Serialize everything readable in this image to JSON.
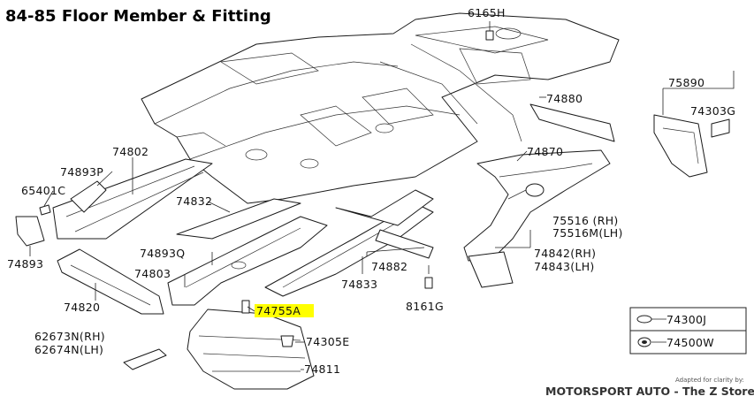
{
  "title": "84-85 Floor Member & Fitting",
  "parts": {
    "p6165H": "6165H",
    "p74880": "74880",
    "p75890": "75890",
    "p74303G": "74303G",
    "p74802": "74802",
    "p74893P": "74893P",
    "p65401C": "65401C",
    "p74832": "74832",
    "p74870": "74870",
    "p75516rh": "75516 (RH)",
    "p75516lh": "75516M(LH)",
    "p74893": "74893",
    "p74893Q": "74893Q",
    "p74882": "74882",
    "p74842": "74842(RH)",
    "p74843": "74843(LH)",
    "p74803": "74803",
    "p74833": "74833",
    "p74820": "74820",
    "p8161G": "8161G",
    "p74755A": "74755A",
    "p74300J": "74300J",
    "p74500W": "74500W",
    "p62673N": "62673N(RH)",
    "p62674N": "62674N(LH)",
    "p74305E": "74305E",
    "p74811": "74811"
  },
  "highlight_part": "74755A",
  "colors": {
    "highlight": "#ffff00",
    "line": "#1a1a1a"
  },
  "footer": {
    "credit": "Adapted for clarity by:",
    "store": "MOTORSPORT AUTO - The Z Store"
  }
}
